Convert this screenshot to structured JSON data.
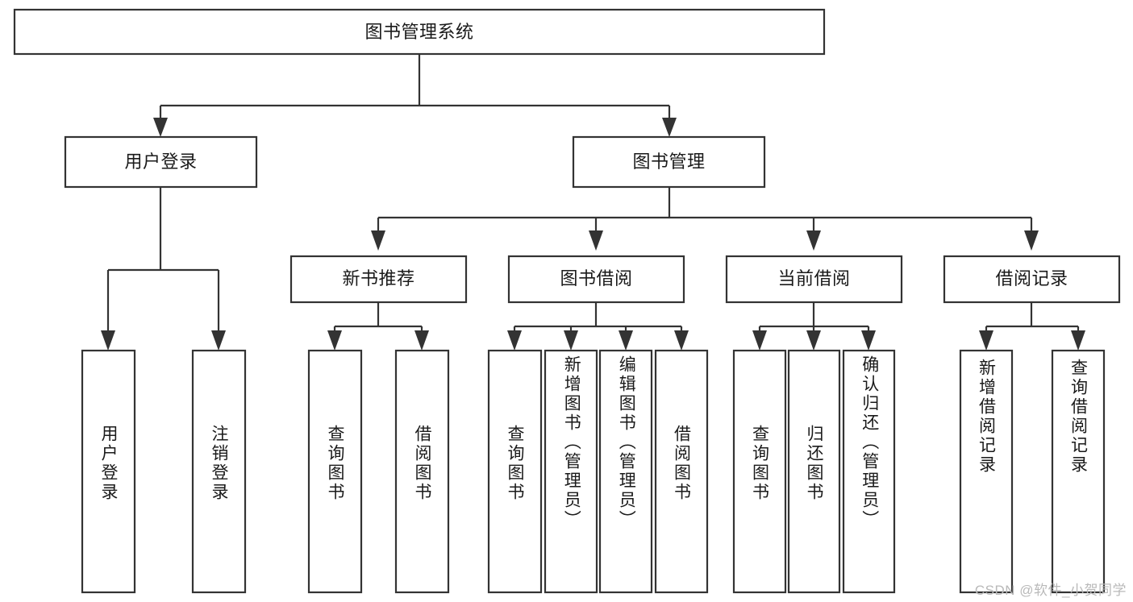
{
  "diagram": {
    "title": "图书管理系统",
    "type": "tree-hierarchy-diagram",
    "root": {
      "id": "root",
      "label": "图书管理系统",
      "orientation": "horizontal"
    },
    "level1": [
      {
        "id": "user-login",
        "label": "用户登录",
        "orientation": "horizontal"
      },
      {
        "id": "book-manage",
        "label": "图书管理",
        "orientation": "horizontal"
      }
    ],
    "level2": [
      {
        "id": "new-book-rec",
        "label": "新书推荐",
        "orientation": "horizontal",
        "parent": "book-manage"
      },
      {
        "id": "book-borrow",
        "label": "图书借阅",
        "orientation": "horizontal",
        "parent": "book-manage"
      },
      {
        "id": "current-borrow",
        "label": "当前借阅",
        "orientation": "horizontal",
        "parent": "book-manage"
      },
      {
        "id": "borrow-record",
        "label": "借阅记录",
        "orientation": "horizontal",
        "parent": "book-manage"
      }
    ],
    "leaves": {
      "user_login": [
        {
          "id": "leaf-user-login",
          "label": "用户登录",
          "orientation": "vertical"
        },
        {
          "id": "leaf-logout",
          "label": "注销登录",
          "orientation": "vertical"
        }
      ],
      "new_book_rec": [
        {
          "id": "leaf-query-book-1",
          "label": "查询图书",
          "orientation": "vertical"
        },
        {
          "id": "leaf-borrow-book-1",
          "label": "借阅图书",
          "orientation": "vertical"
        }
      ],
      "book_borrow": [
        {
          "id": "leaf-query-book-2",
          "label": "查询图书",
          "orientation": "vertical"
        },
        {
          "id": "leaf-add-book",
          "label": "新增图书（管理员）",
          "orientation": "vertical"
        },
        {
          "id": "leaf-edit-book",
          "label": "编辑图书（管理员）",
          "orientation": "vertical"
        },
        {
          "id": "leaf-borrow-book-2",
          "label": "借阅图书",
          "orientation": "vertical"
        }
      ],
      "current_borrow": [
        {
          "id": "leaf-query-book-3",
          "label": "查询图书",
          "orientation": "vertical"
        },
        {
          "id": "leaf-return-book",
          "label": "归还图书",
          "orientation": "vertical"
        },
        {
          "id": "leaf-confirm-return",
          "label": "确认归还（管理员）",
          "orientation": "vertical"
        }
      ],
      "borrow_record": [
        {
          "id": "leaf-add-record",
          "label": "新增借阅记录",
          "orientation": "vertical"
        },
        {
          "id": "leaf-query-record",
          "label": "查询借阅记录",
          "orientation": "vertical"
        }
      ]
    },
    "colors": {
      "background": "#ffffff",
      "box_fill": "#ffffff",
      "box_stroke": "#333333",
      "text": "#1a1a1a",
      "connector": "#333333",
      "watermark": "#b9b9b9"
    }
  },
  "watermark": {
    "text": "CSDN @软件_小贺同学"
  }
}
